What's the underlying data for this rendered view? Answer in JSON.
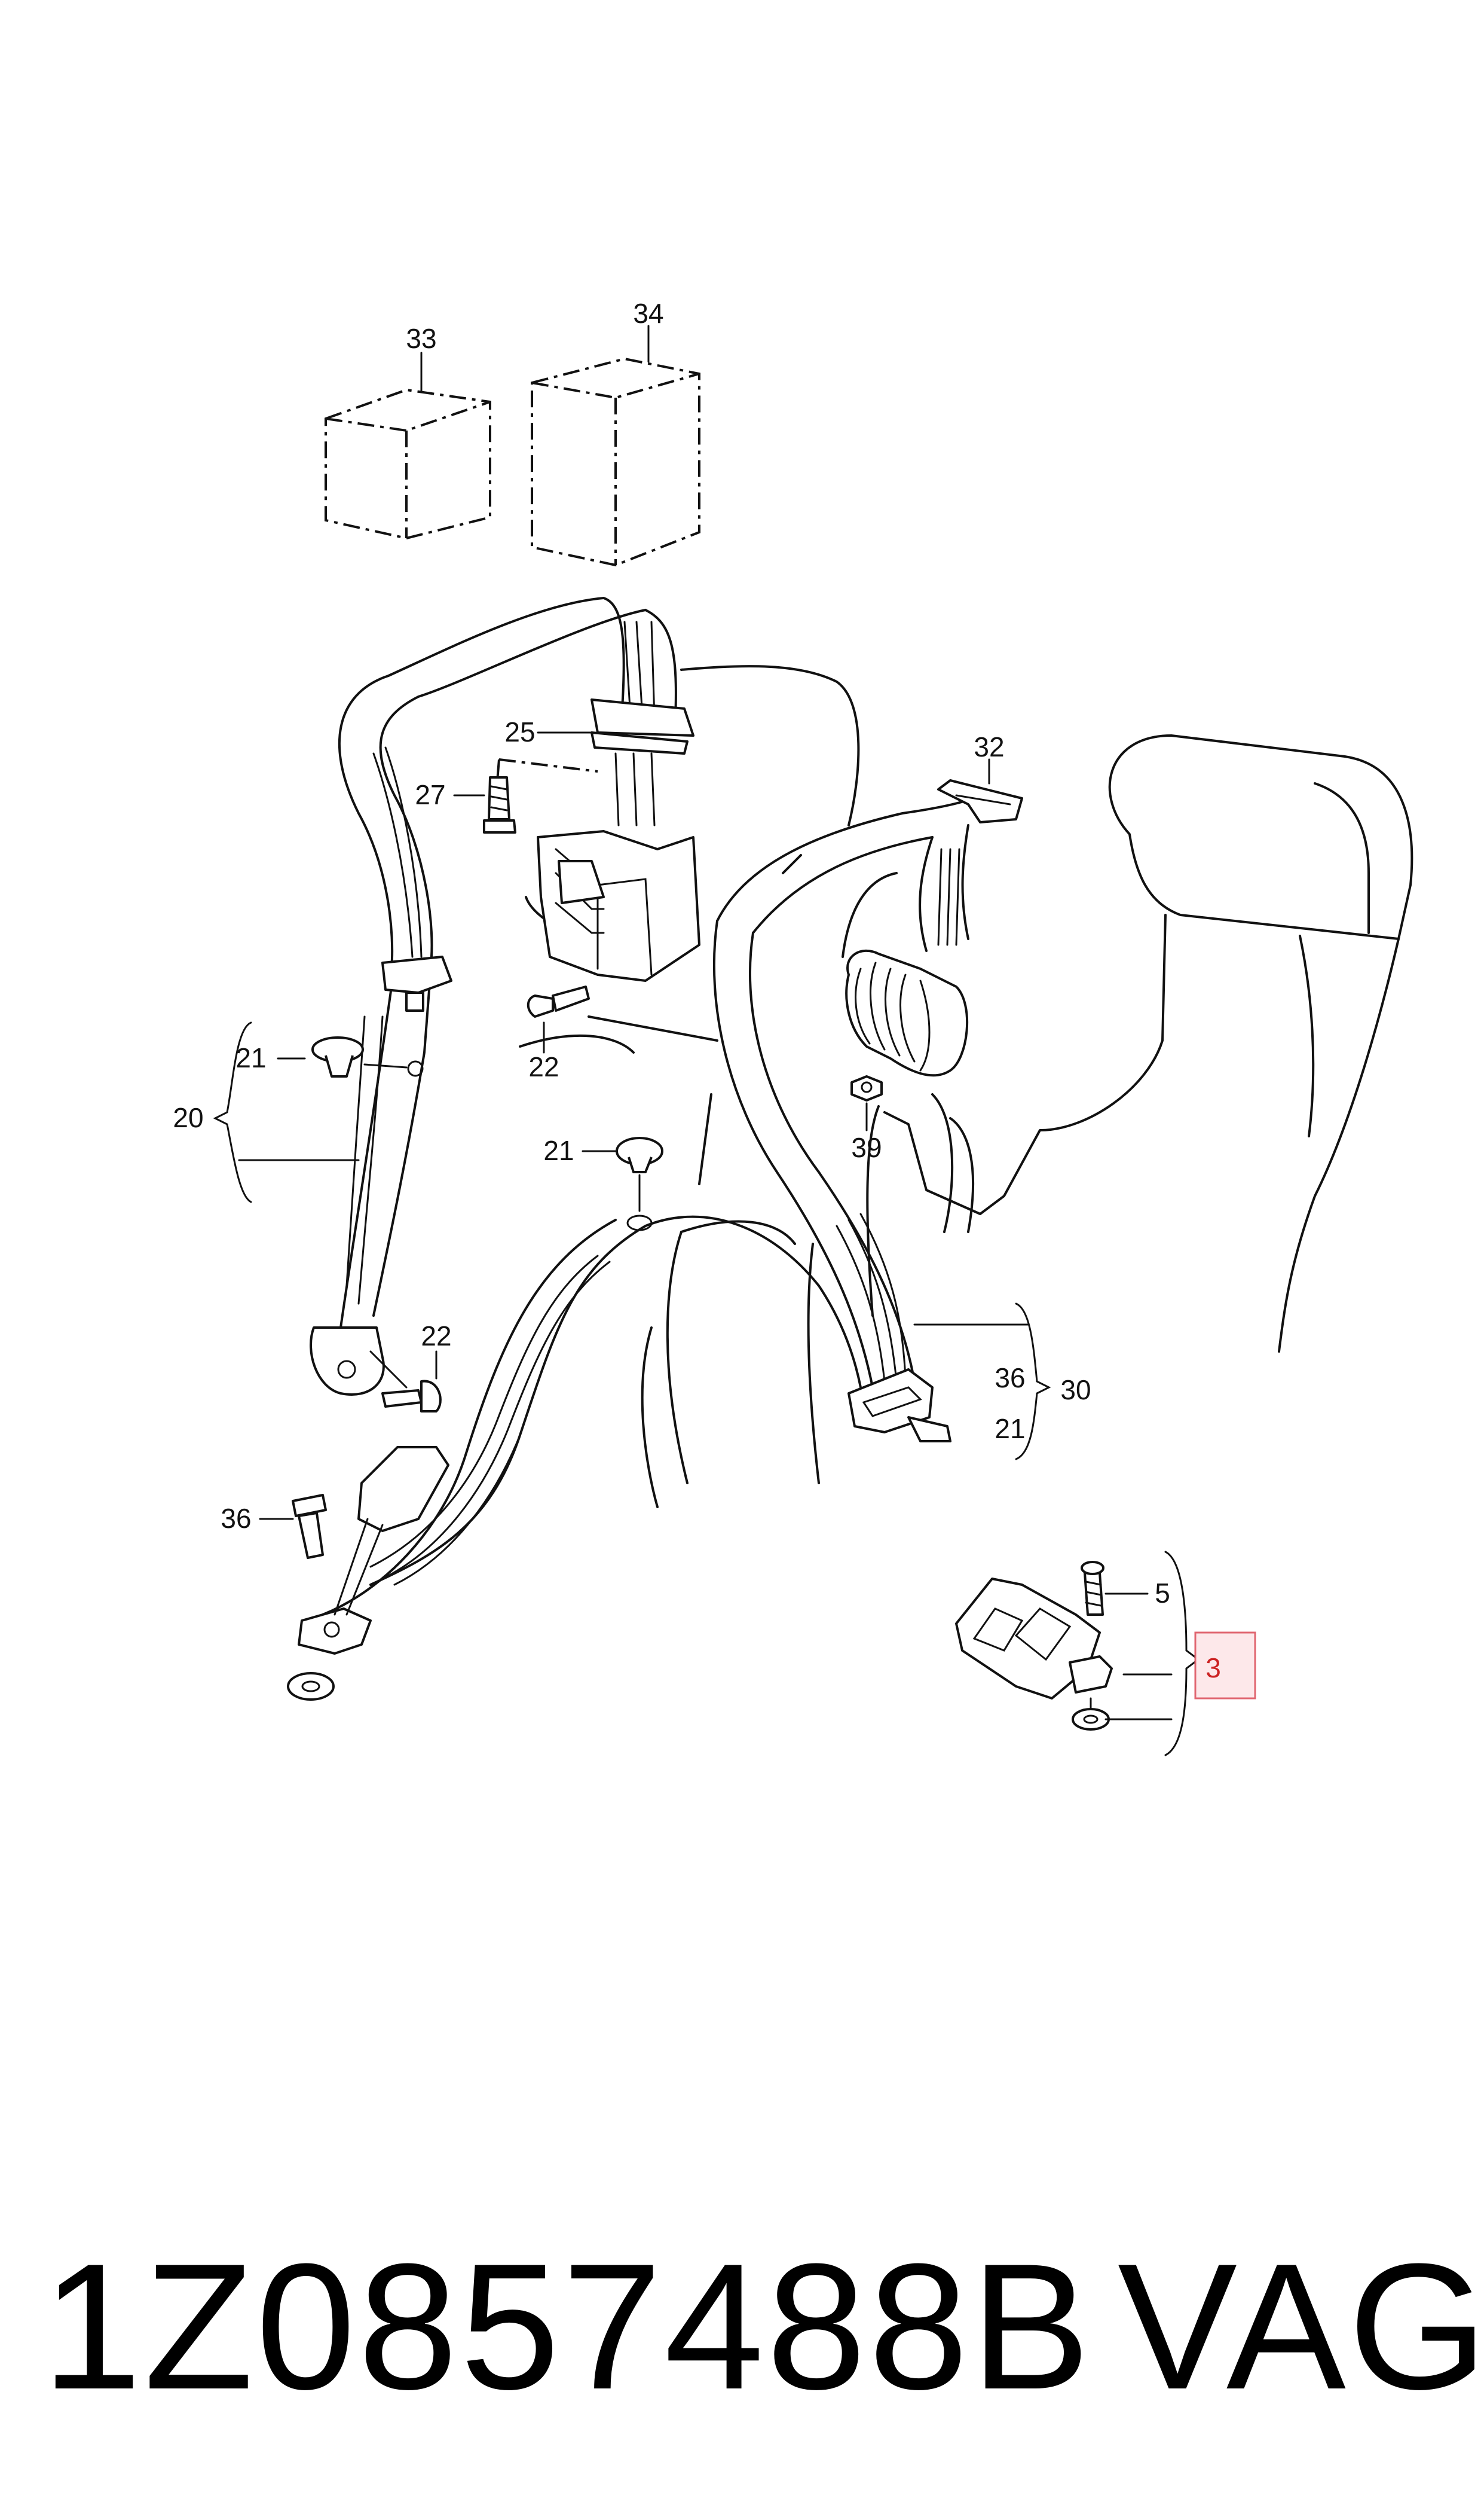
{
  "callouts": {
    "c33": "33",
    "c34": "34",
    "c25": "25",
    "c27": "27",
    "c32": "32",
    "c22_upper": "22",
    "c21_left": "21",
    "c20": "20",
    "c21_mid": "21",
    "c39": "39",
    "c22_lower": "22",
    "c36_right": "36",
    "c30": "30",
    "c21_right": "21",
    "c36_left": "36",
    "c5": "5",
    "c3": "3"
  },
  "caption": {
    "part_number": "1Z0857488B",
    "brand": "VAG"
  },
  "colors": {
    "line": "#111111",
    "highlight_box": "#fde8ea",
    "highlight_border": "#e06670"
  }
}
